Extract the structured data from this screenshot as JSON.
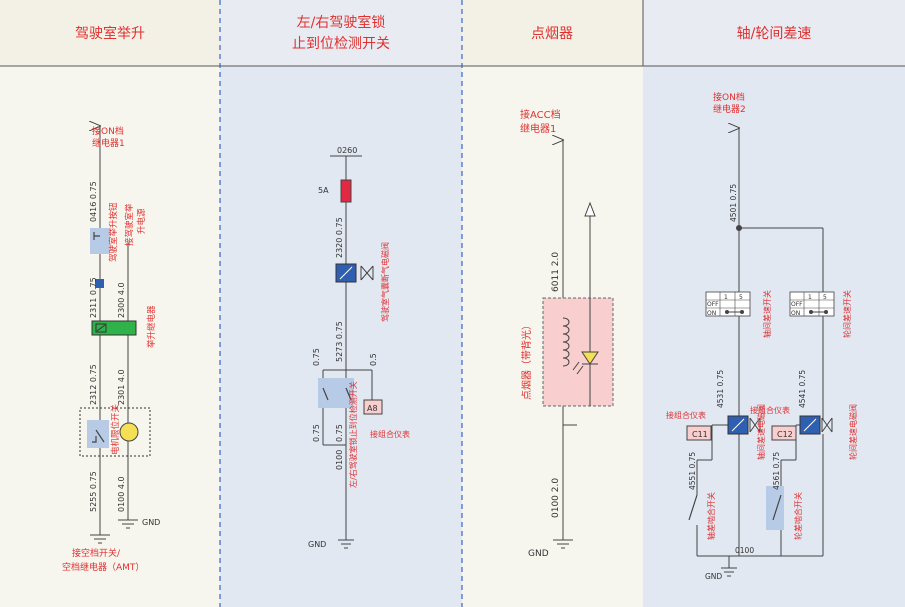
{
  "columns": [
    {
      "title": "驾驶室举升"
    },
    {
      "title_line1": "左/右驾驶室锁",
      "title_line2": "止到位检测开关"
    },
    {
      "title": "点烟器"
    },
    {
      "title": "轴/轮间差速"
    }
  ],
  "col1": {
    "to_on_1": "接ON档",
    "to_on_2": "继电器1",
    "wire_0416": "0416 0.75",
    "cab_lift_button": "驾驶室举升按钮",
    "to_cab_lift_power_1": "接驾驶室举",
    "to_cab_lift_power_2": "升电源",
    "wire_2311": "2311 0.75",
    "wire_2300": "2300 4.0",
    "lift_relay": "举升继电器",
    "wire_2312": "2312 0.75",
    "wire_2301": "2301 4.0",
    "motor_limit_switch": "电机限位开关",
    "wire_5255": "5255 0.75",
    "wire_0100": "0100 4.0",
    "gnd": "GND",
    "to_neutral_1": "接空档开关/",
    "to_neutral_2": "空档继电器（AMT）"
  },
  "col2": {
    "wire_0260": "0260",
    "fuse_rating": "5A",
    "wire_2320": "2320 0.75",
    "solenoid_valve": "驾驶室气囊断气电磁阀",
    "wire_5273": "5273 0.75",
    "wire_075_left_top": "0.75",
    "wire_05": "0.5",
    "lock_switch": "左/右驾驶室锁止到位检测开关",
    "connector_a8": "A8",
    "to_cluster": "接组合仪表",
    "wire_075_left_bottom": "0.75",
    "wire_075_mid": "0.75",
    "wire_0100": "0100",
    "gnd": "GND"
  },
  "col3": {
    "to_acc_1": "接ACC档",
    "to_acc_2": "继电器1",
    "wire_6011": "6011 2.0",
    "lighter_name": "点烟器（带背光）",
    "wire_0100": "0100 2.0",
    "gnd": "GND"
  },
  "col4": {
    "to_on_relay2_1": "接ON档",
    "to_on_relay2_2": "继电器2",
    "wire_4501": "4501 0.75",
    "switch_head_1": "1",
    "switch_head_5": "5",
    "off_label": "OFF",
    "on_label": "ON",
    "axle_diff_switch": "轴间差速开关",
    "wheel_diff_switch": "轮间差速开关",
    "wire_4531": "4531 0.75",
    "wire_4541": "4541 0.75",
    "to_cluster_left": "接组合仪表",
    "to_cluster_right": "接组合仪表",
    "connector_c11": "C11",
    "connector_c12": "C12",
    "axle_diff_valve": "轴间差速电磁阀",
    "wheel_diff_valve": "轮间差速电磁阀",
    "wire_4551": "4551 0.75",
    "wire_4561": "4561 0.75",
    "axle_diff_engage_switch": "轴差啮合开关",
    "wheel_diff_engage_switch": "轮差啮合开关",
    "wire_0100": "0100",
    "gnd": "GND"
  },
  "colors": {
    "header_bg_beige": "#f3f1e6",
    "col_bg_beige": "#f7f6ee",
    "col_bg_blue": "#e2e8f2",
    "divider_blue": "#3a64c8",
    "label_red": "#e03030",
    "wire": "#444444",
    "fuse": "#e32843",
    "relay_green": "#2fb24a",
    "valve_blue": "#2f5fb0",
    "connector_fill": "#f8cece",
    "highlight_blue": "#b8cbe6",
    "lamp_yellow": "#f4df55"
  }
}
